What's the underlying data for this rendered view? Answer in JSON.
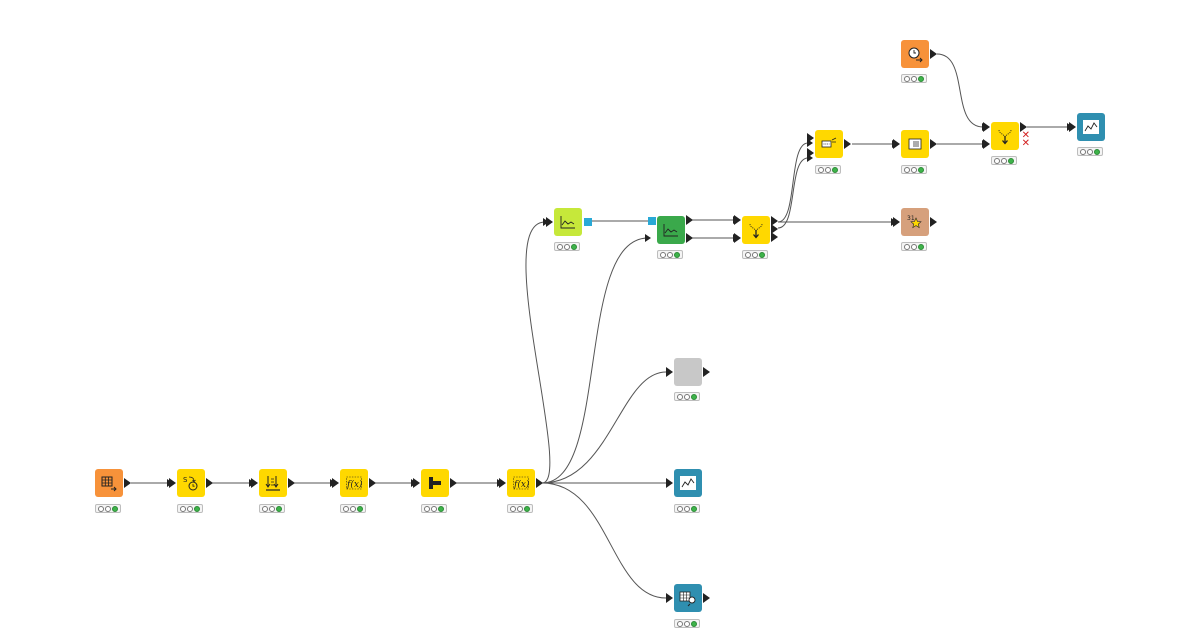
{
  "workflow": {
    "colors": {
      "orange": "#f7923a",
      "yellow": "#ffd800",
      "lime": "#c6e83a",
      "green": "#3aa94b",
      "teal": "#2f8fb0",
      "tan": "#d6a07c",
      "gray": "#c8c8c8",
      "edge": "#555555",
      "status_ok": "#3eb34a"
    },
    "nodes": [
      {
        "id": "table-creator",
        "icon": "table-icon",
        "color": "orange",
        "status": "executed"
      },
      {
        "id": "string-to-datetime",
        "icon": "string-to-date-icon",
        "color": "yellow",
        "status": "executed"
      },
      {
        "id": "sorter",
        "icon": "sort-icon",
        "color": "yellow",
        "status": "executed"
      },
      {
        "id": "math-formula-1",
        "icon": "formula-icon",
        "color": "yellow",
        "status": "executed"
      },
      {
        "id": "column-filter",
        "icon": "column-filter-icon",
        "color": "yellow",
        "status": "executed"
      },
      {
        "id": "math-formula-2",
        "icon": "formula-icon",
        "color": "yellow",
        "status": "executed"
      },
      {
        "id": "model-learner",
        "icon": "model-learner-icon",
        "color": "lime",
        "status": "executed"
      },
      {
        "id": "model-predictor",
        "icon": "model-predictor-icon",
        "color": "green",
        "status": "executed"
      },
      {
        "id": "joiner-1",
        "icon": "joiner-icon",
        "color": "yellow",
        "status": "executed"
      },
      {
        "id": "column-rename",
        "icon": "column-rename-icon",
        "color": "yellow",
        "status": "executed"
      },
      {
        "id": "row-filter",
        "icon": "row-filter-icon",
        "color": "yellow",
        "status": "executed"
      },
      {
        "id": "date-time-input",
        "icon": "clock-icon",
        "color": "orange",
        "status": "executed"
      },
      {
        "id": "joiner-2",
        "icon": "joiner-icon",
        "color": "yellow",
        "status": "executed"
      },
      {
        "id": "line-plot-1",
        "icon": "line-plot-icon",
        "color": "teal",
        "status": "executed"
      },
      {
        "id": "scorer",
        "icon": "scorer-icon",
        "color": "tan",
        "status": "executed"
      },
      {
        "id": "metanode",
        "icon": "metanode-icon",
        "color": "gray",
        "status": "executed"
      },
      {
        "id": "line-plot-2",
        "icon": "line-plot-icon",
        "color": "teal",
        "status": "executed"
      },
      {
        "id": "table-view",
        "icon": "table-view-icon",
        "color": "teal",
        "status": "executed"
      }
    ],
    "connections": [
      [
        "table-creator",
        "string-to-datetime"
      ],
      [
        "string-to-datetime",
        "sorter"
      ],
      [
        "sorter",
        "math-formula-1"
      ],
      [
        "math-formula-1",
        "column-filter"
      ],
      [
        "column-filter",
        "math-formula-2"
      ],
      [
        "math-formula-2",
        "model-learner"
      ],
      [
        "math-formula-2",
        "model-predictor"
      ],
      [
        "math-formula-2",
        "metanode"
      ],
      [
        "math-formula-2",
        "line-plot-2"
      ],
      [
        "math-formula-2",
        "table-view"
      ],
      [
        "model-learner",
        "model-predictor"
      ],
      [
        "model-predictor",
        "joiner-1"
      ],
      [
        "joiner-1",
        "column-rename"
      ],
      [
        "joiner-1",
        "scorer"
      ],
      [
        "column-rename",
        "row-filter"
      ],
      [
        "row-filter",
        "joiner-2"
      ],
      [
        "date-time-input",
        "joiner-2"
      ],
      [
        "joiner-2",
        "line-plot-1"
      ]
    ]
  }
}
